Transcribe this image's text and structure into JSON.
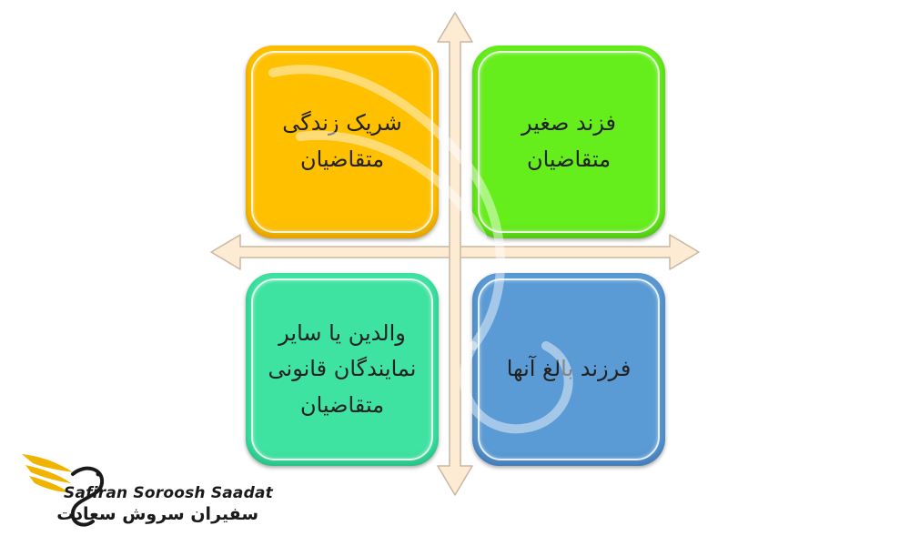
{
  "quadrants": {
    "top_left": {
      "lines": [
        "شریک زندگی",
        "متقاضیان"
      ],
      "color": "#ffc000"
    },
    "top_right": {
      "lines": [
        "فزند صغیر",
        "متقاضیان"
      ],
      "color": "#66ee1c"
    },
    "bottom_left": {
      "lines": [
        "والدین یا سایر",
        "نمایندگان قانونی",
        "متقاضیان"
      ],
      "color": "#3ee3a2"
    },
    "bottom_right": {
      "lines": [
        "فرزند بالغ آنها"
      ],
      "color": "#5b9bd5"
    }
  },
  "arrows": {
    "fill": "#fdebd3",
    "stroke": "#c9b7a1"
  },
  "logo": {
    "name_en": "Safiran Soroosh Saadat",
    "name_fa": "سفیران سروش سعادت",
    "icon": "winged-swan-logo",
    "accent": "#f0b400"
  }
}
